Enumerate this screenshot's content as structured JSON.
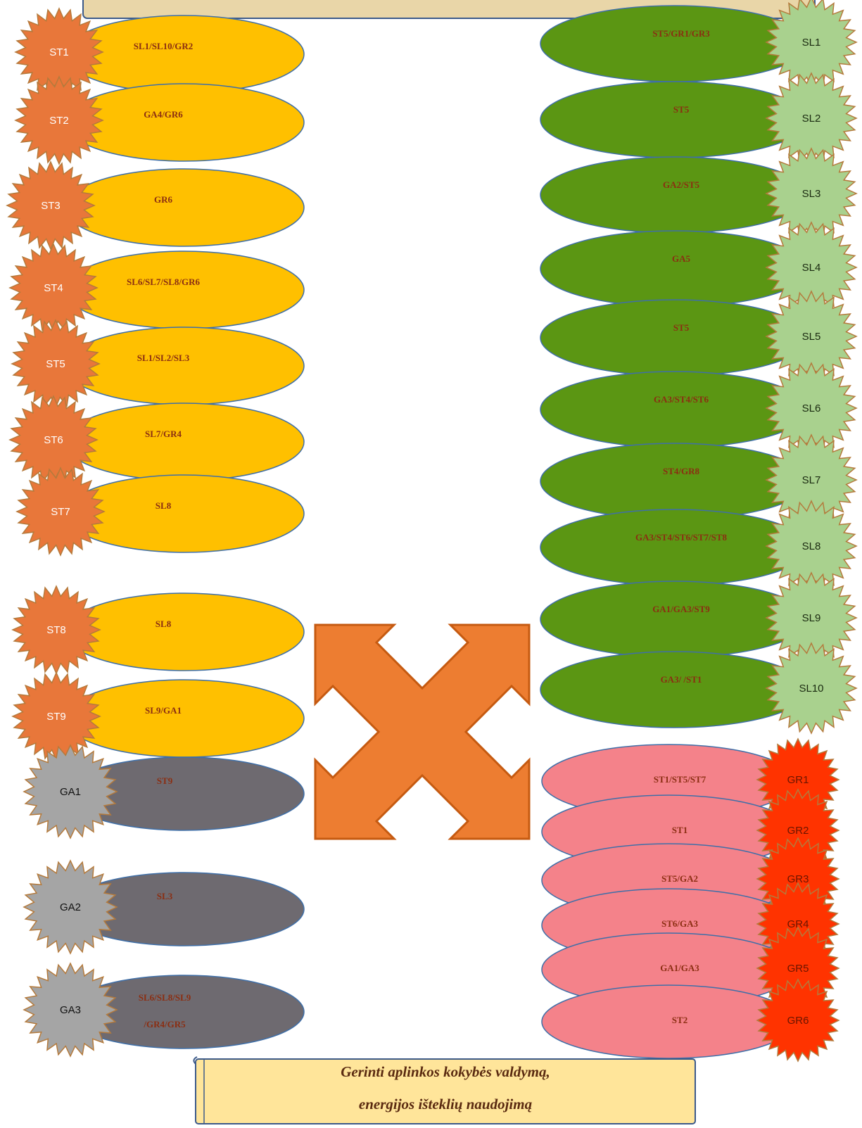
{
  "colors": {
    "st_star": "#E8773A",
    "st_text": "#ffffff",
    "st_oval": "#FFC000",
    "ga_star": "#A5A5A5",
    "ga_text": "#111111",
    "ga_oval": "#6E6A70",
    "sl_star": "#A9D18E",
    "sl_text": "#1a2a10",
    "sl_oval": "#5B9613",
    "gr_star": "#FF3300",
    "gr_text": "#6a1500",
    "gr_oval": "#F4828A",
    "center": "#ED7D31",
    "banner": "#FFE59A",
    "banner_top": "#E9D6A8"
  },
  "left_st": [
    {
      "star": "ST1",
      "lines": [
        "SL1/SL10/GR2"
      ]
    },
    {
      "star": "ST2",
      "lines": [
        "GA4/GR6"
      ]
    },
    {
      "star": "ST3",
      "lines": [
        "GR6"
      ]
    },
    {
      "star": "ST4",
      "lines": [
        "SL6/SL7/SL8/GR6"
      ]
    },
    {
      "star": "ST5",
      "lines": [
        "SL1/SL2/SL3"
      ]
    },
    {
      "star": "ST6",
      "lines": [
        "SL7/GR4"
      ]
    },
    {
      "star": "ST7",
      "lines": [
        "SL8"
      ]
    },
    {
      "star": "ST8",
      "lines": [
        "SL8"
      ]
    },
    {
      "star": "ST9",
      "lines": [
        "SL9/GA1"
      ]
    }
  ],
  "left_ga": [
    {
      "star": "GA1",
      "lines": [
        "ST9"
      ]
    },
    {
      "star": "GA2",
      "lines": [
        "SL3"
      ]
    },
    {
      "star": "GA3",
      "lines": [
        "SL6/SL8/SL9",
        "/GR4/GR5"
      ]
    }
  ],
  "right_sl": [
    {
      "star": "SL1",
      "lines": [
        "ST5/GR1/GR3"
      ]
    },
    {
      "star": "SL2",
      "lines": [
        "ST5"
      ]
    },
    {
      "star": "SL3",
      "lines": [
        "GA2/ST5"
      ]
    },
    {
      "star": "SL4",
      "lines": [
        "GA5"
      ]
    },
    {
      "star": "SL5",
      "lines": [
        "ST5"
      ]
    },
    {
      "star": "SL6",
      "lines": [
        "GA3/ST4/ST6"
      ]
    },
    {
      "star": "SL7",
      "lines": [
        "ST4/GR8"
      ]
    },
    {
      "star": "SL8",
      "lines": [
        "GA3/ST4/ST6/ST7/ST8"
      ]
    },
    {
      "star": "SL9",
      "lines": [
        "GA1/GA3/ST9"
      ]
    },
    {
      "star": "SL10",
      "lines": [
        "GA3/ /ST1"
      ]
    }
  ],
  "right_gr": [
    {
      "star": "GR1",
      "lines": [
        "ST1/ST5/ST7"
      ]
    },
    {
      "star": "GR2",
      "lines": [
        "ST1"
      ]
    },
    {
      "star": "GR3",
      "lines": [
        "ST5/GA2"
      ]
    },
    {
      "star": "GR4",
      "lines": [
        "ST6/GA3"
      ]
    },
    {
      "star": "GR5",
      "lines": [
        "GA1/GA3"
      ]
    },
    {
      "star": "GR6",
      "lines": [
        "ST2"
      ]
    }
  ],
  "banner": {
    "line1": "Gerinti aplinkos kokybės valdymą,",
    "line2": "energijos išteklių naudojimą"
  }
}
